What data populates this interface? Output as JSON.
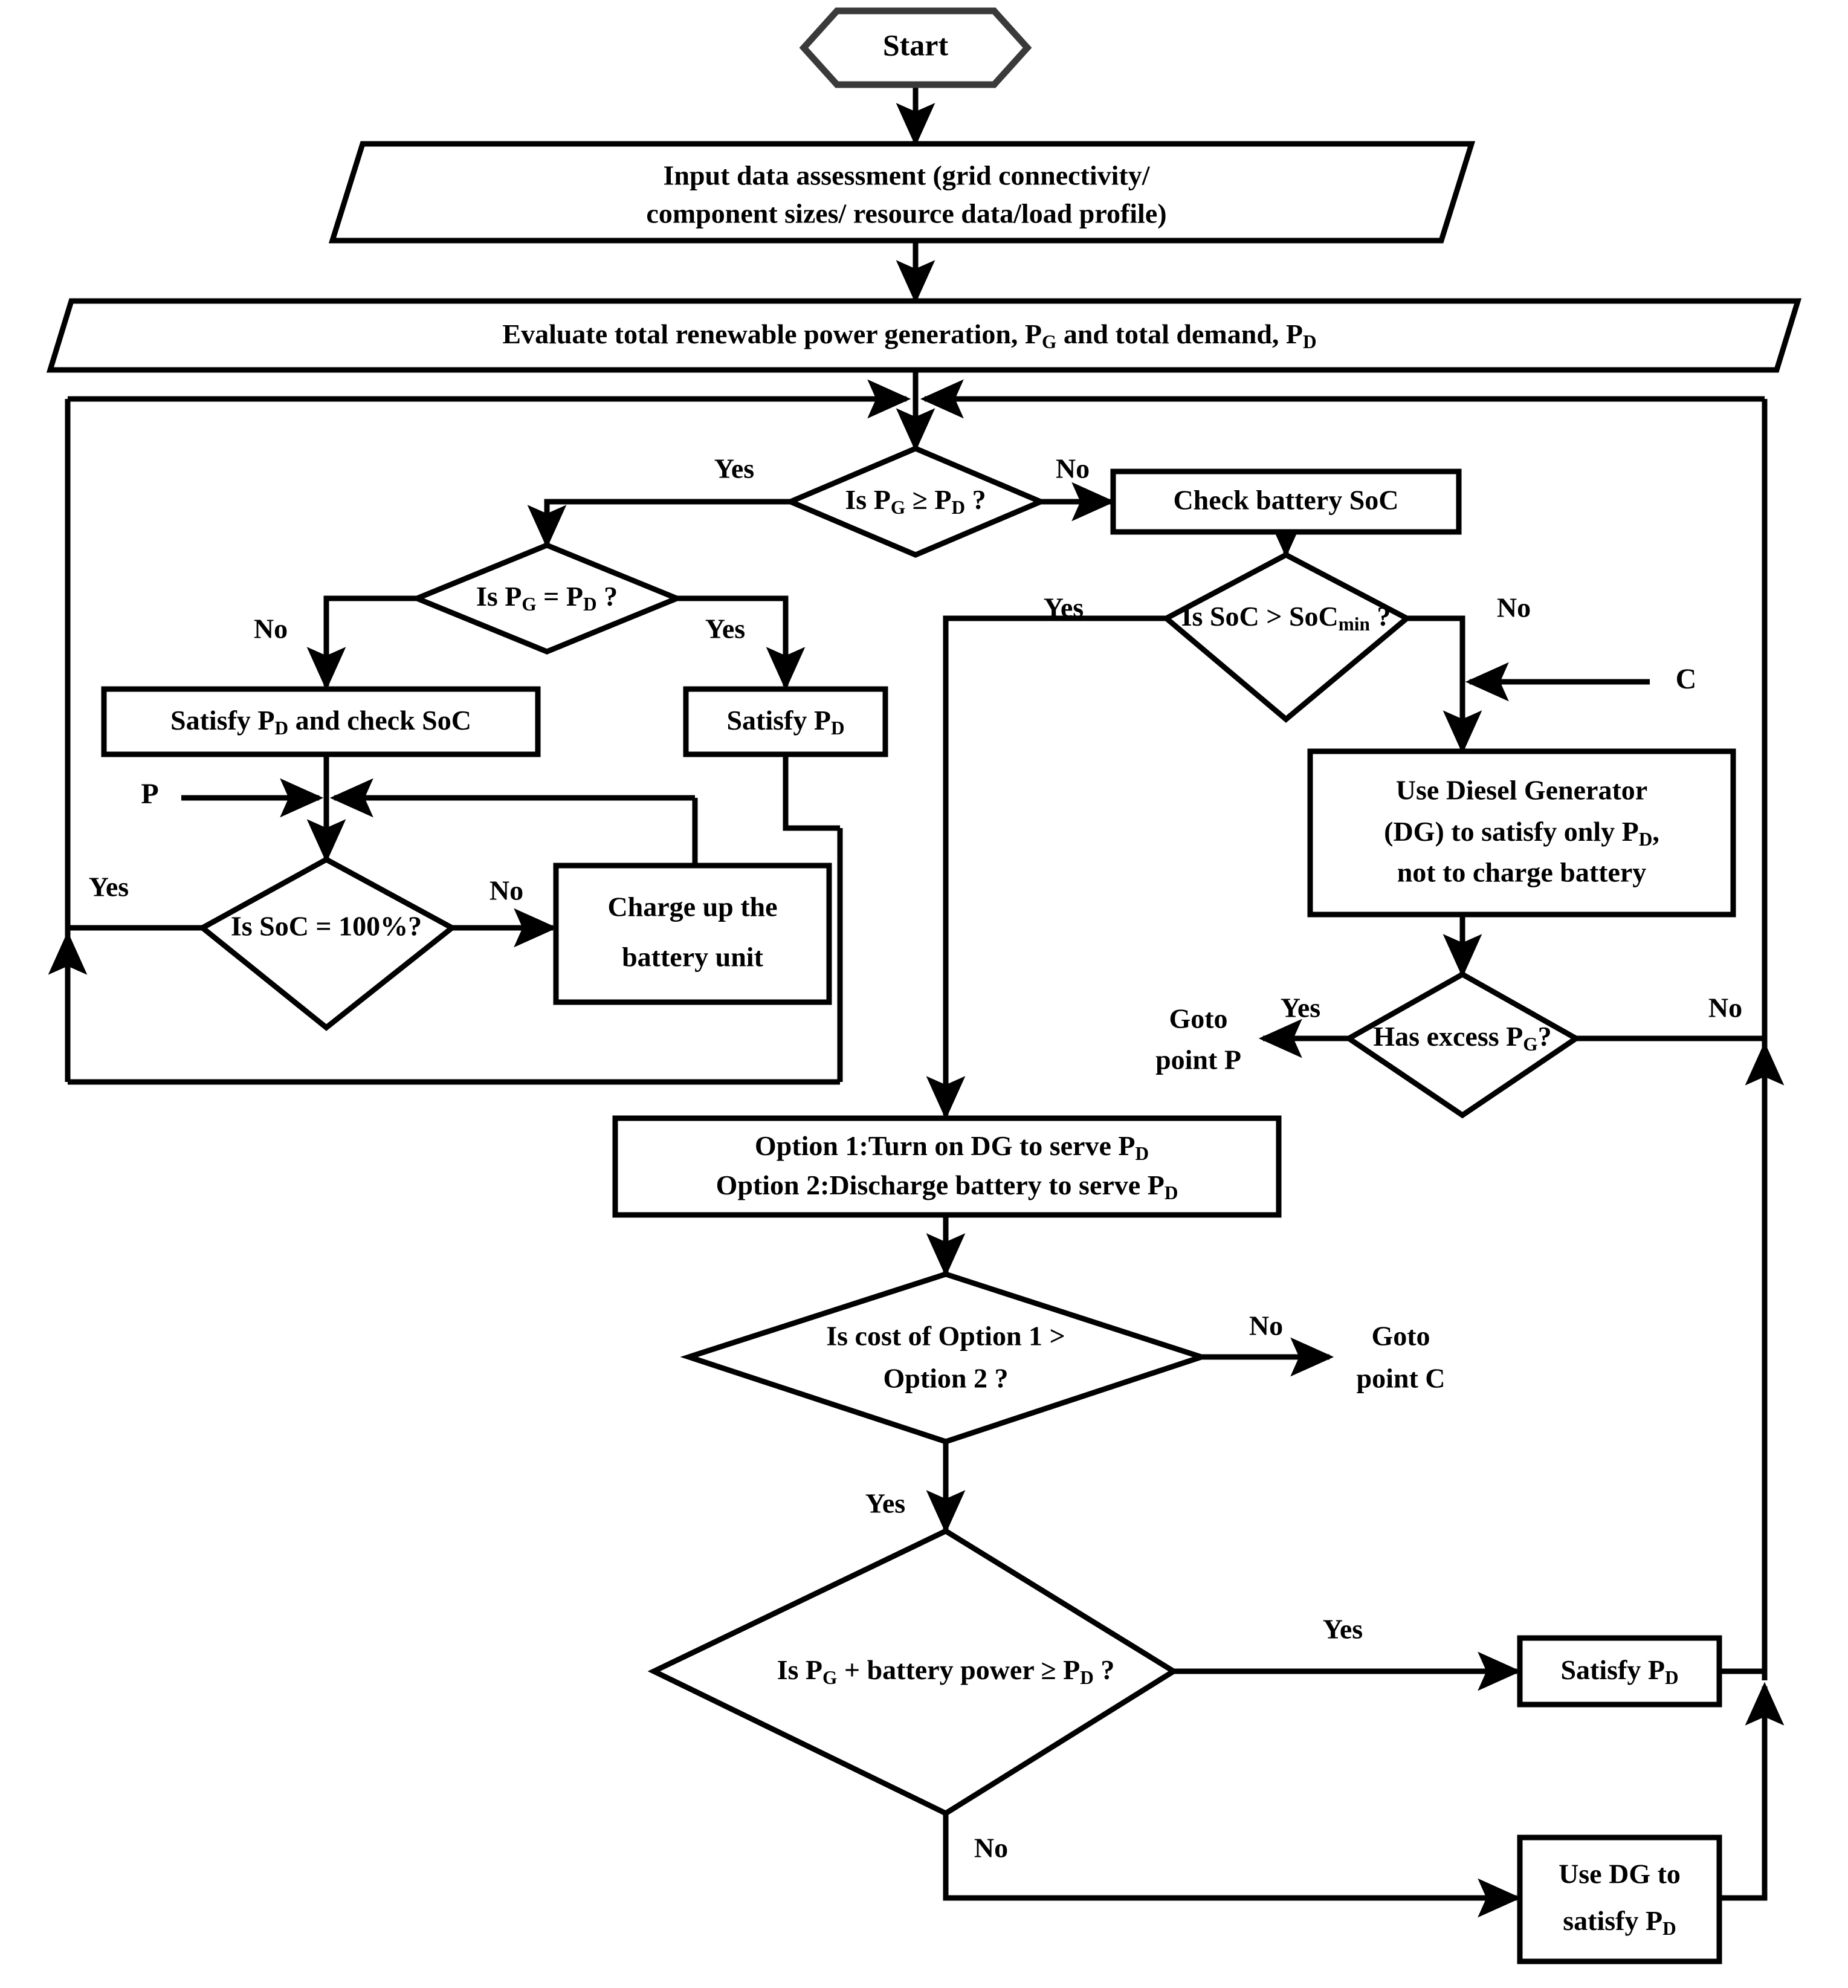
{
  "diagram": {
    "title": "Microgrid energy management dispatch flowchart",
    "line_color": "#000000",
    "start_border_color": "#3a3a3a",
    "background": "#ffffff"
  },
  "nodes": {
    "start": {
      "label": "Start",
      "shape": "hexagon"
    },
    "input_data": {
      "line1": "Input data assessment (grid connectivity/",
      "line2": "component sizes/ resource data/load profile)",
      "shape": "parallelogram"
    },
    "evaluate": {
      "text_a": "Evaluate total renewable power generation, P",
      "sub_a": "G",
      "text_b": " and total demand, P",
      "sub_b": "D",
      "shape": "parallelogram"
    },
    "dec_pg_ge_pd": {
      "text_a": "Is P",
      "sub_a": "G",
      "text_b": " ≥ P",
      "sub_b": "D",
      "text_c": " ?",
      "shape": "diamond"
    },
    "dec_pg_eq_pd": {
      "text_a": "Is P",
      "sub_a": "G",
      "text_b": " = P",
      "sub_b": "D",
      "text_c": " ?",
      "shape": "diamond"
    },
    "check_soc": {
      "label": "Check battery SoC",
      "shape": "rect"
    },
    "satisfy_pd_check_soc": {
      "text_a": "Satisfy P",
      "sub_a": "D",
      "text_b": " and check SoC",
      "shape": "rect"
    },
    "satisfy_pd_mid": {
      "text_a": "Satisfy P",
      "sub_a": "D",
      "shape": "rect"
    },
    "dec_soc_gt_min": {
      "text_a": "Is SoC > SoC",
      "sub_a": "min",
      "text_b": " ?",
      "shape": "diamond"
    },
    "dec_soc_100": {
      "label": "Is SoC = 100%?",
      "shape": "diamond"
    },
    "charge_battery": {
      "line1": "Charge up the",
      "line2": "battery unit",
      "shape": "rect"
    },
    "use_dg": {
      "line1": "Use Diesel Generator",
      "line2_a": "(DG) to satisfy only P",
      "line2_sub": "D",
      "line2_b": ",",
      "line3": "not to charge battery",
      "shape": "rect"
    },
    "dec_excess_pg": {
      "text_a": "Has excess P",
      "sub_a": "G",
      "text_b": "?",
      "shape": "diamond"
    },
    "options": {
      "line1_a": "Option 1:Turn on DG to serve P",
      "line1_sub": "D",
      "line2_a": "Option 2:Discharge battery to serve P",
      "line2_sub": "D",
      "shape": "rect"
    },
    "dec_cost": {
      "line1": "Is cost of Option 1 >",
      "line2": "Option 2 ?",
      "shape": "diamond"
    },
    "dec_pg_batt": {
      "text_a": "Is P",
      "sub_a": "G",
      "text_b": " + battery power ≥ P",
      "sub_b": "D",
      "text_c": " ?",
      "shape": "diamond"
    },
    "satisfy_pd_right": {
      "text_a": "Satisfy P",
      "sub_a": "D",
      "shape": "rect"
    },
    "use_dg_satisfy": {
      "line1": "Use DG to",
      "line2_a": "satisfy P",
      "line2_sub": "D",
      "shape": "rect"
    }
  },
  "edge_labels": {
    "pg_ge_pd_yes": "Yes",
    "pg_ge_pd_no": "No",
    "pg_eq_pd_no": "No",
    "pg_eq_pd_yes": "Yes",
    "soc_min_yes": "Yes",
    "soc_min_no": "No",
    "soc100_yes": "Yes",
    "soc100_no": "No",
    "excess_yes": "Yes",
    "excess_no": "No",
    "cost_no": "No",
    "cost_yes": "Yes",
    "pg_batt_yes": "Yes",
    "pg_batt_no": "No"
  },
  "connectors": {
    "point_p": "P",
    "point_c": "C",
    "goto_point_p_line1": "Goto",
    "goto_point_p_line2": "point P",
    "goto_point_c_line1": "Goto",
    "goto_point_c_line2": "point C"
  }
}
